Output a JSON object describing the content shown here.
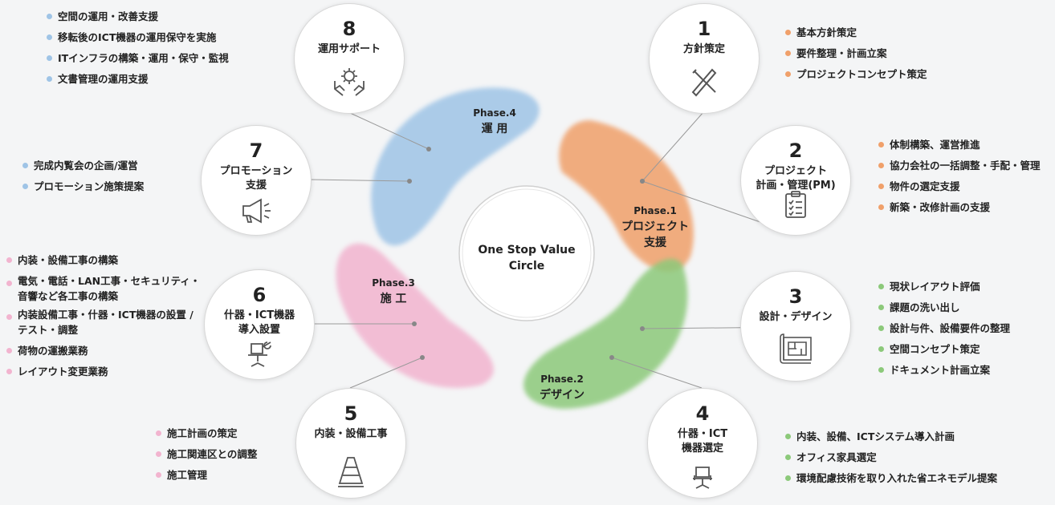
{
  "center": {
    "title": "One Stop Value\nCircle"
  },
  "phases": [
    {
      "label": "Phase.1",
      "name": "プロジェクト\n支援",
      "color": "#f0a06a"
    },
    {
      "label": "Phase.2",
      "name": "デザイン",
      "color": "#8cc97a"
    },
    {
      "label": "Phase.3",
      "name": "施 工",
      "color": "#f2b4cf"
    },
    {
      "label": "Phase.4",
      "name": "運 用",
      "color": "#9fc4e6"
    }
  ],
  "steps": [
    {
      "num": "1",
      "title": "方針策定",
      "icon": "pencil-ruler-icon",
      "items": [
        "基本方針策定",
        "要件整理・計画立案",
        "プロジェクトコンセプト策定"
      ]
    },
    {
      "num": "2",
      "title": "プロジェクト\n計画・管理(PM)",
      "icon": "checklist-clipboard-icon",
      "items": [
        "体制構築、運営推進",
        "協力会社の一括調整・手配・管理",
        "物件の選定支援",
        "新築・改修計画の支援"
      ]
    },
    {
      "num": "3",
      "title": "設計・デザイン",
      "icon": "blueprint-icon",
      "items": [
        "現状レイアウト評価",
        "課題の洗い出し",
        "設計与件、設備要件の整理",
        "空間コンセプト策定",
        "ドキュメント計画立案"
      ]
    },
    {
      "num": "4",
      "title": "什器・ICT\n機器選定",
      "icon": "office-chair-icon",
      "items": [
        "内装、設備、ICTシステム導入計画",
        "オフィス家具選定",
        "環境配慮技術を取り入れた省エネモデル提案"
      ]
    },
    {
      "num": "5",
      "title": "内装・設備工事",
      "icon": "traffic-cone-icon",
      "items": [
        "施工計画の策定",
        "施工関連区との調整",
        "施工管理"
      ]
    },
    {
      "num": "6",
      "title": "什器・ICT機器\n導入設置",
      "icon": "chair-wrench-icon",
      "items": [
        "内装・設備工事の構築",
        "電気・電話・LAN工事・セキュリティ・音響など各工事の構築",
        "内装設備工事・什器・ICT機器の設置 / テスト・調整",
        "荷物の運搬業務",
        "レイアウト変更業務"
      ]
    },
    {
      "num": "7",
      "title": "プロモーション\n支援",
      "icon": "megaphone-icon",
      "items": [
        "完成内覧会の企画/運営",
        "プロモーション施策提案"
      ]
    },
    {
      "num": "8",
      "title": "運用サポート",
      "icon": "gear-hands-icon",
      "items": [
        "空間の運用・改善支援",
        "移転後のICT機器の運用保守を実施",
        "ITインフラの構築・運用・保守・監視",
        "文書管理の運用支援"
      ]
    }
  ]
}
